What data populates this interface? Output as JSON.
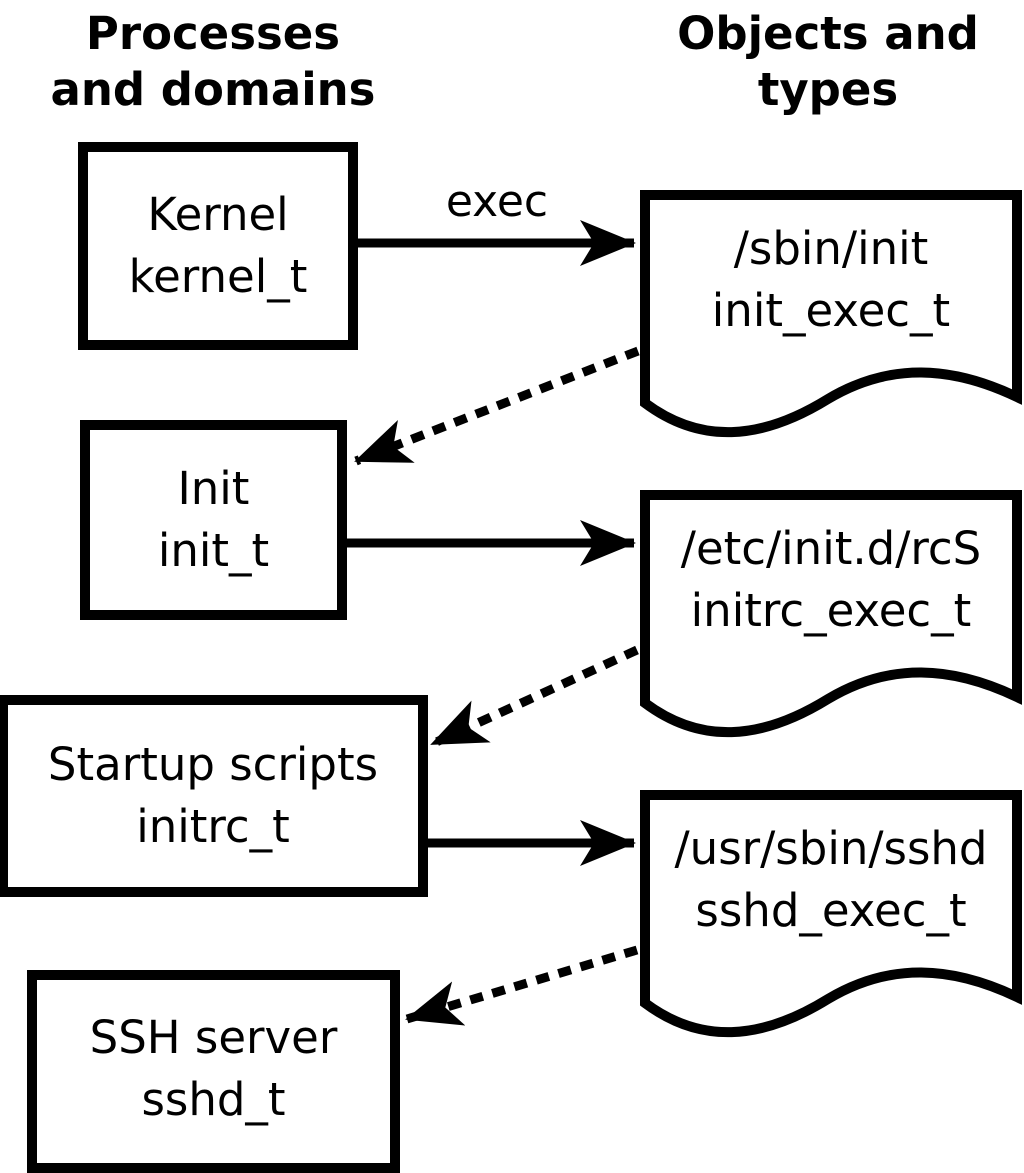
{
  "headers": {
    "processes": {
      "line1": "Processes",
      "line2": "and domains"
    },
    "objects": {
      "line1": "Objects and",
      "line2": "types"
    }
  },
  "process_boxes": [
    {
      "name": "Kernel",
      "type": "kernel_t"
    },
    {
      "name": "Init",
      "type": "init_t"
    },
    {
      "name": "Startup scripts",
      "type": "initrc_t"
    },
    {
      "name": "SSH server",
      "type": "sshd_t"
    }
  ],
  "object_documents": [
    {
      "path": "/sbin/init",
      "type": "init_exec_t"
    },
    {
      "path": "/etc/init.d/rcS",
      "type": "initrc_exec_t"
    },
    {
      "path": "/usr/sbin/sshd",
      "type": "sshd_exec_t"
    }
  ],
  "arrows": {
    "exec_label": "exec"
  },
  "colors": {
    "foreground": "#000000",
    "background": "#ffffff"
  }
}
